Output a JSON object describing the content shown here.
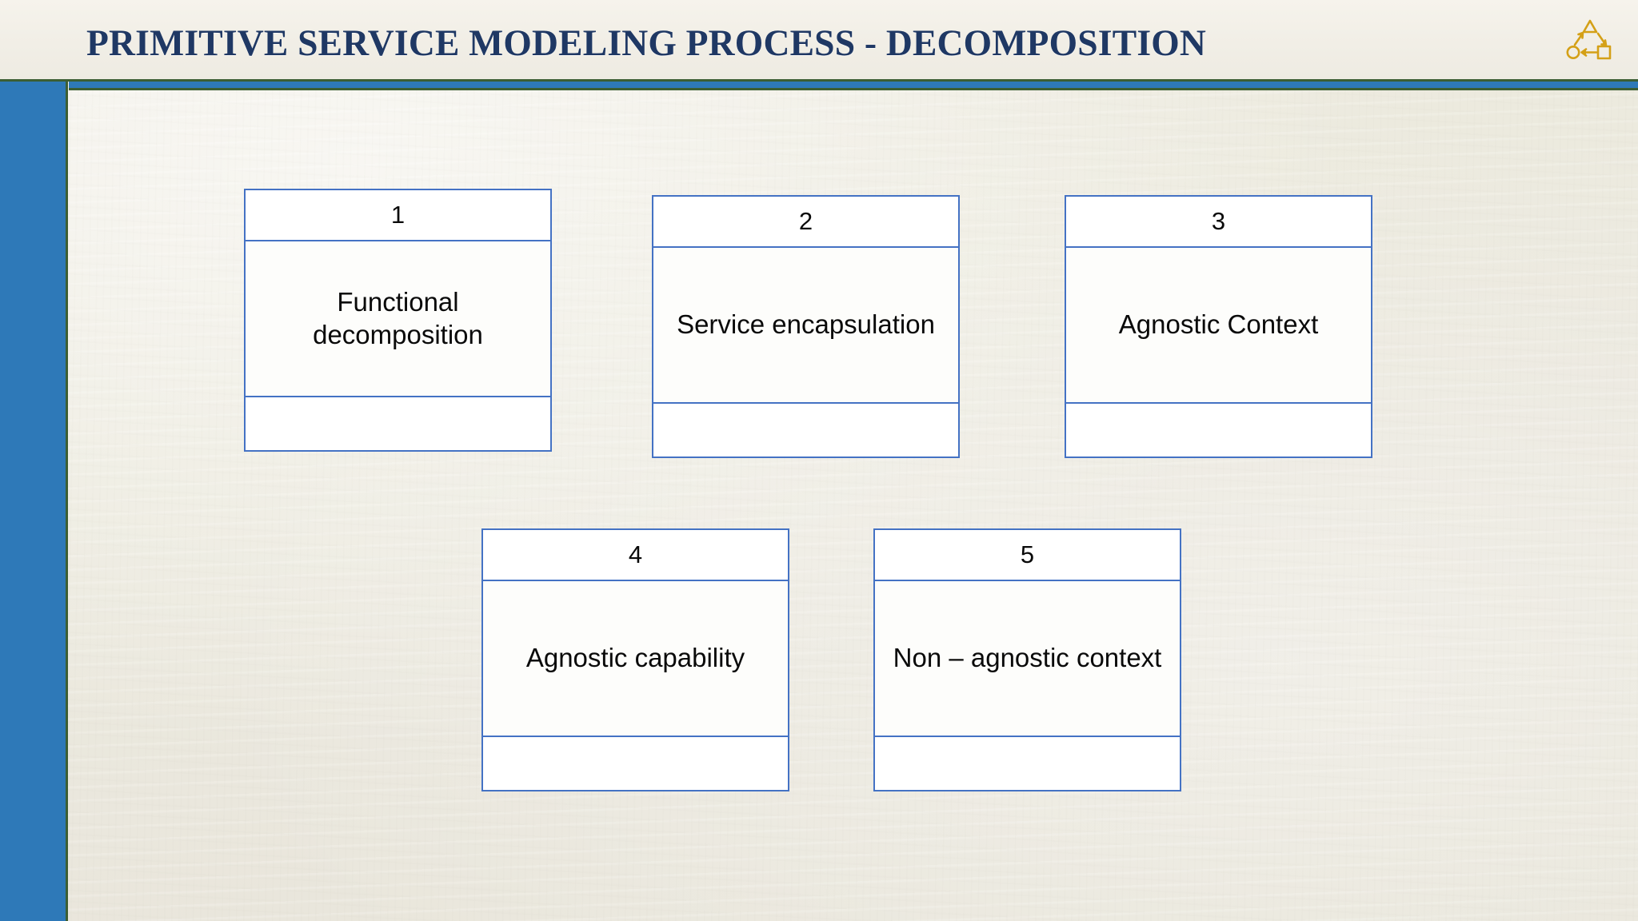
{
  "header": {
    "title": "PRIMITIVE SERVICE MODELING PROCESS - DECOMPOSITION",
    "title_color": "#1F3864",
    "accent_color": "#2E79B8",
    "rule_color": "#3C5E33",
    "logo": {
      "name": "service-cycle-logo",
      "color": "#D4A017",
      "shapes": [
        "triangle",
        "square",
        "circle"
      ],
      "arrows": 3
    }
  },
  "sidebar": {
    "name": "left-accent-bar",
    "color": "#2E79B8"
  },
  "theme": {
    "background": "#EFECE4",
    "card_border": "#4472C4",
    "card_fill": "#FDFDFB",
    "text_color": "#0A0A0A"
  },
  "diagram": {
    "name": "decomposition-step-cards",
    "cards": [
      {
        "number": "1",
        "label": "Functional decomposition",
        "footer": ""
      },
      {
        "number": "2",
        "label": "Service encapsulation",
        "footer": ""
      },
      {
        "number": "3",
        "label": "Agnostic Context",
        "footer": ""
      },
      {
        "number": "4",
        "label": "Agnostic capability",
        "footer": ""
      },
      {
        "number": "5",
        "label": "Non – agnostic context",
        "footer": ""
      }
    ]
  }
}
